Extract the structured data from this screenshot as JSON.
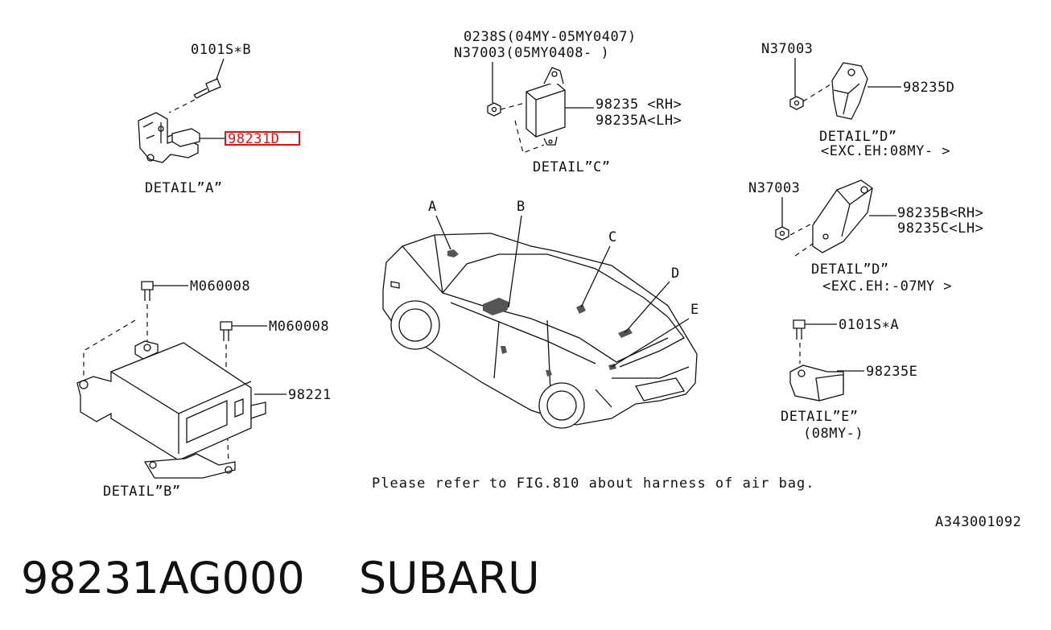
{
  "labels": {
    "part_0101sb": "0101S∗B",
    "part_98231d": "98231D",
    "detail_a": "DETAIL”A”",
    "part_0238s": "0238S(04MY-05MY0407)",
    "part_n37003_c": "N37003(05MY0408-     )",
    "part_98235": "98235 <RH>",
    "part_98235a": "98235A<LH>",
    "detail_c": "DETAIL”C”",
    "part_n37003_d1": "N37003",
    "part_98235d": "98235D",
    "detail_d1": "DETAIL”D”",
    "detail_d1_sub": "<EXC.EH:08MY- >",
    "part_n37003_d2": "N37003",
    "part_98235b": "98235B<RH>",
    "part_98235c": "98235C<LH>",
    "detail_d2": "DETAIL”D”",
    "detail_d2_sub": "<EXC.EH:-07MY >",
    "part_m060008_1": "M060008",
    "part_m060008_2": "M060008",
    "part_98221": "98221",
    "detail_b": "DETAIL”B”",
    "part_0101sa": "0101S∗A",
    "part_98235e": "98235E",
    "detail_e": "DETAIL”E”",
    "detail_e_sub": "(08MY-)",
    "callout_a": "A",
    "callout_b": "B",
    "callout_c": "C",
    "callout_d": "D",
    "callout_e": "E",
    "note": "Please refer to FIG.810 about harness of air bag.",
    "fig_code": "A343001092"
  },
  "title": {
    "part_number": "98231AG000",
    "brand": "SUBARU"
  },
  "colors": {
    "highlight": "#e01010",
    "ink": "#111111"
  }
}
